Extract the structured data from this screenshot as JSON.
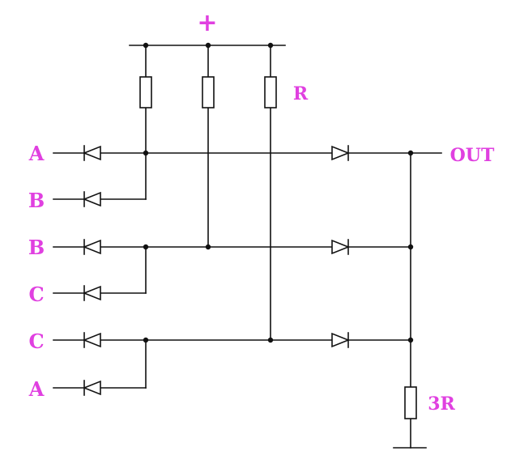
{
  "colors": {
    "label": "#e040e0",
    "wire": "#111111"
  },
  "labels": {
    "plus": "+",
    "resistor_r": "R",
    "output": "OUT",
    "pulldown": "3R",
    "inputs": [
      "A",
      "B",
      "B",
      "C",
      "C",
      "A"
    ]
  }
}
